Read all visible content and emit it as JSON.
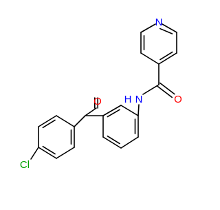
{
  "molecule": {
    "atom_labels": {
      "pyridine_n": "N",
      "amide_nh": "N",
      "amide_h": "H",
      "amide_o": "O",
      "ketone_o": "O",
      "chlorine": "Cl"
    }
  },
  "colors": {
    "background": "#ffffff",
    "bond": "#000000",
    "nitrogen": "#0000ff",
    "oxygen": "#ff0000",
    "chlorine": "#00a000"
  }
}
